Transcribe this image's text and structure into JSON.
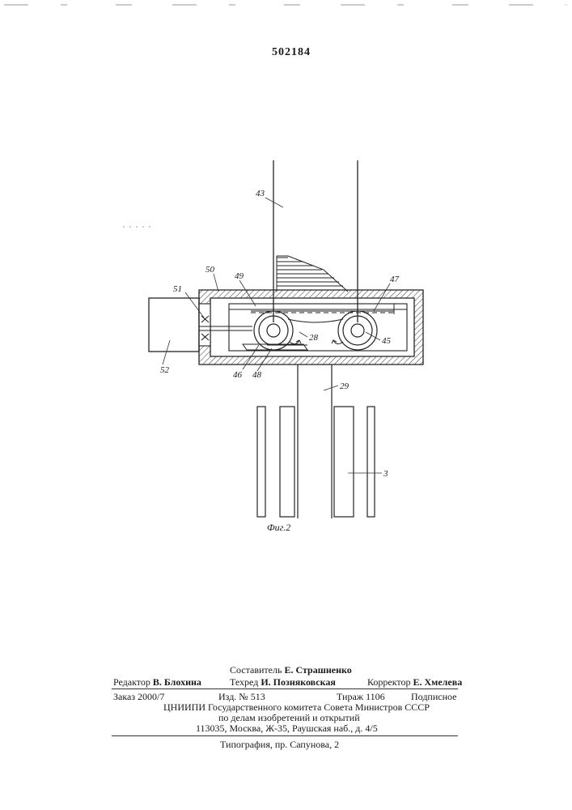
{
  "header": {
    "patent_number": "502184"
  },
  "figure": {
    "caption": "Фиг.2",
    "labels": {
      "l43": "43",
      "l50": "50",
      "l49": "49",
      "l51": "51",
      "l47": "47",
      "l28": "28",
      "l45": "45",
      "l52": "52",
      "l46": "46",
      "l48": "48",
      "l29": "29",
      "l3": "3"
    }
  },
  "imprint": {
    "compiler_prefix": "Составитель",
    "compiler_name": "Е. Страшненко",
    "editor_prefix": "Редактор",
    "editor_name": "В. Блохина",
    "techred_prefix": "Техред",
    "techred_name": "И. Позняковская",
    "corrector_prefix": "Корректор",
    "corrector_name": "Е. Хмелева",
    "order": "Заказ 2000/7",
    "edition_no": "Изд. № 513",
    "print_run": "Тираж 1106",
    "subscription": "Подписное",
    "institute_line1": "ЦНИИПИ Государственного комитета Совета Министров СССР",
    "institute_line2": "по делам изобретений и открытий",
    "address": "113035, Москва, Ж-35, Раушская наб., д. 4/5",
    "printer": "Типография, пр. Сапунова, 2"
  }
}
